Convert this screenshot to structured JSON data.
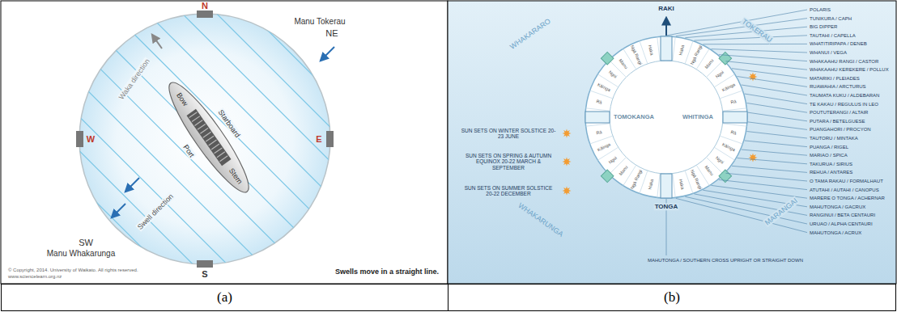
{
  "diagram": {
    "nodes": [
      {
        "text": [
          "(a)"
        ]
      },
      {
        "text": [
          "(b)"
        ]
      }
    ],
    "labels": [
      "N",
      "E",
      "S",
      "W",
      "Manu Tokerau",
      "NE",
      "Waka direction",
      "Bow",
      "Starboard",
      "Port",
      "Stern",
      "Swell direction",
      "SW",
      "Manu Whakarunga",
      "© Copyright, 2014. University of Waikato. All rights reserved.",
      "www.sciencelearn.org.nz",
      "Swells move in a straight line.",
      "RAKI",
      "TONGA",
      "TOMOKANGA",
      "WHITINGA",
      "WHAKARARO",
      "TOKERAU",
      "WHAKARUNGA",
      "MARANGAI",
      "SUN SETS ON WINTER SOLSTICE 20-23 JUNE",
      "SUN SETS ON SPRING & AUTUMN EQUINOX 20-22 MARCH & SEPTEMBER",
      "SUN SETS ON SUMMER SOLSTICE 20-22 DECEMBER",
      "Haka",
      "Ngā Rangi",
      "Manu",
      "Ngoi",
      "Kāinga",
      "Rā",
      "Rā",
      "Kāinga",
      "Ngoi",
      "Manu",
      "Ngā Rangi",
      "Haka",
      "Haka",
      "Ngā Rangi",
      "Manu",
      "Ngoi",
      "Kāinga",
      "Rā",
      "Rā",
      "Kāinga",
      "Ngoi",
      "Manu",
      "Ngā Rangi",
      "Haka",
      "POLARIS",
      "TUNIKURA / CAPH",
      "BIG DIPPER",
      "TAUTAHI / CAPELLA",
      "WHATITIRIPAPA / DENEB",
      "WHANUI / VEGA",
      "WHAKAAHU RANGI / CASTOR",
      "WHAKAAHU KEREKERE / POLLUX",
      "MATARIKI / PLEIADES",
      "RUAWAHIA / ARCTURUS",
      "TAUMATA KUKU / ALDEBARAN",
      "TE KAKAU / REGULUS IN LEO",
      "POUTUTERANGI / ALTAIR",
      "PUTARA / BETELGUESE",
      "PUANGAHORI / PROCYON",
      "TAUTORU / MINTAKA",
      "PUANGA / RIGEL",
      "MARIAO / SPICA",
      "TAKURUA / SIRIUS",
      "REHUA / ANTARES",
      "O TAMA RAKAU / FORMALHAUT",
      "ATUTAHI / AUTAHI / CANOPUS",
      "MARERE O TONGA / ACHERNAR",
      "MAHUTONGA / GACRUX",
      "RANGINUI / BETA CENTAURI",
      "URUAO / ALPHA CENTAURI",
      "MAHUTONGA / ACRUX",
      "MAHUTONGA / SOUTHERN CROSS UPRIGHT OR STRAIGHT DOWN"
    ]
  }
}
